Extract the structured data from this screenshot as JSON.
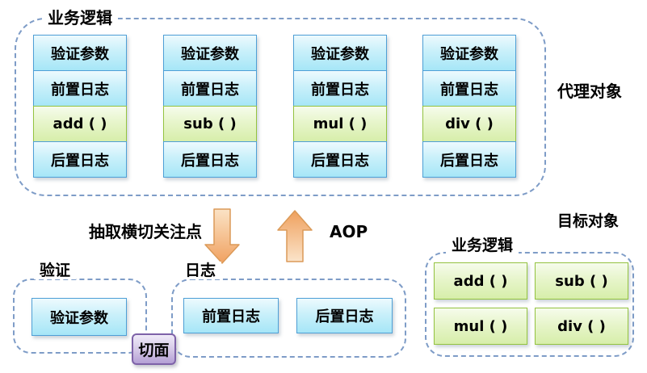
{
  "proxy": {
    "group_label": "业务逻辑",
    "side_label": "代理对象",
    "columns": [
      {
        "rows": [
          "验证参数",
          "前置日志",
          "add ( )",
          "后置日志"
        ]
      },
      {
        "rows": [
          "验证参数",
          "前置日志",
          "sub ( )",
          "后置日志"
        ]
      },
      {
        "rows": [
          "验证参数",
          "前置日志",
          "mul ( )",
          "后置日志"
        ]
      },
      {
        "rows": [
          "验证参数",
          "前置日志",
          "div ( )",
          "后置日志"
        ]
      }
    ]
  },
  "transform": {
    "extract_label": "抽取横切关注点",
    "aop_label": "AOP",
    "down_arrow_icon": "down-arrow",
    "up_arrow_icon": "up-arrow"
  },
  "aspects": {
    "validation": {
      "group_label": "验证",
      "boxes": [
        "验证参数"
      ]
    },
    "logging": {
      "group_label": "日志",
      "boxes": [
        "前置日志",
        "后置日志"
      ]
    },
    "aspect_label": "切面"
  },
  "target": {
    "side_label": "目标对象",
    "group_label": "业务逻辑",
    "boxes": [
      "add ( )",
      "sub ( )",
      "mul ( )",
      "div ( )"
    ]
  },
  "colors": {
    "blue_box_border": "#4E9FD6",
    "blue_box_top": "#EDFAFE",
    "blue_box_bottom": "#A6E6F7",
    "green_box_border": "#94C340",
    "green_box_top": "#F6FCEC",
    "green_box_bottom": "#D7EEAA",
    "aspect_border": "#7E62A8",
    "aspect_top": "#F0EBF8",
    "aspect_bottom": "#B49FD5",
    "arrow_light": "#FBE3C6",
    "arrow_dark": "#F0A160",
    "arrow_border": "#DB9A58",
    "dashed_border": "#7E9CC7",
    "text": "#000000",
    "background": "#FFFFFF"
  }
}
